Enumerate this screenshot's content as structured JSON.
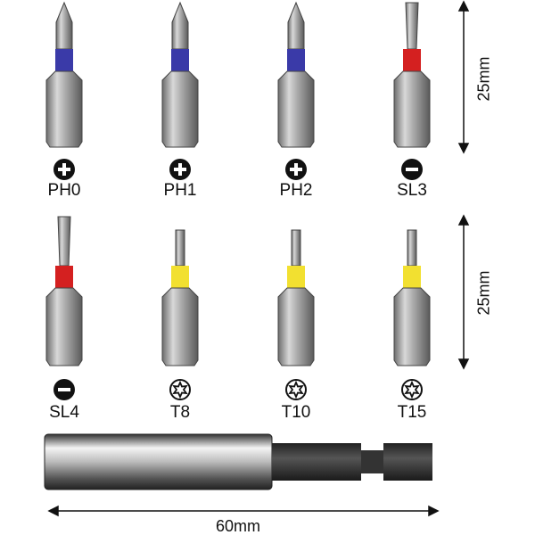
{
  "bits": [
    {
      "label": "PH0",
      "type": "phillips",
      "band": "#3a3aa8",
      "icon": "plus-circle-icon"
    },
    {
      "label": "PH1",
      "type": "phillips",
      "band": "#3a3aa8",
      "icon": "plus-circle-icon"
    },
    {
      "label": "PH2",
      "type": "phillips",
      "band": "#3a3aa8",
      "icon": "plus-circle-icon"
    },
    {
      "label": "SL3",
      "type": "slotted",
      "band": "#d42020",
      "icon": "minus-circle-icon"
    },
    {
      "label": "SL4",
      "type": "slotted",
      "band": "#d42020",
      "icon": "minus-circle-icon"
    },
    {
      "label": "T8",
      "type": "torx",
      "band": "#f2e030",
      "icon": "torx-star-icon"
    },
    {
      "label": "T10",
      "type": "torx",
      "band": "#f2e030",
      "icon": "torx-star-icon"
    },
    {
      "label": "T15",
      "type": "torx",
      "band": "#f2e030",
      "icon": "torx-star-icon"
    }
  ],
  "dimensions": {
    "row1": "25mm",
    "row2": "25mm",
    "holder": "60mm"
  }
}
